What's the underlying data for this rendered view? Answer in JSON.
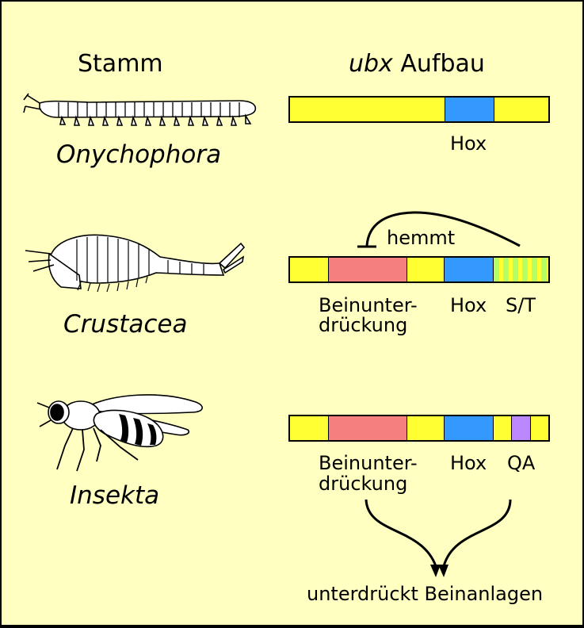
{
  "headers": {
    "phylum": "Stamm",
    "construct_italic": "ubx",
    "construct_rest": "Aufbau"
  },
  "rows": [
    {
      "taxon": "Onychophora",
      "icon": "velvet-worm-drawing",
      "segments": [
        {
          "type": "yellow",
          "color": "#ffff33"
        },
        {
          "type": "hox",
          "color": "#3399ff"
        },
        {
          "type": "yellow",
          "color": "#ffff33"
        }
      ],
      "labels": {
        "hox": "Hox"
      }
    },
    {
      "taxon": "Crustacea",
      "icon": "crustacean-drawing",
      "segments": [
        {
          "type": "yellow",
          "color": "#ffff33"
        },
        {
          "type": "leg-suppression",
          "color": "#f57f7f"
        },
        {
          "type": "yellow",
          "color": "#ffff33"
        },
        {
          "type": "hox",
          "color": "#3399ff"
        },
        {
          "type": "st-striped",
          "colors": [
            "#b4ff66",
            "#ffff33"
          ]
        }
      ],
      "labels": {
        "suppression_line1": "Beinunter-",
        "suppression_line2": "drückung",
        "hox": "Hox",
        "st": "S/T",
        "inhibits": "hemmt"
      }
    },
    {
      "taxon": "Insekta",
      "icon": "insect-fly-drawing",
      "segments": [
        {
          "type": "yellow",
          "color": "#ffff33"
        },
        {
          "type": "leg-suppression",
          "color": "#f57f7f"
        },
        {
          "type": "yellow",
          "color": "#ffff33"
        },
        {
          "type": "hox",
          "color": "#3399ff"
        },
        {
          "type": "yellow",
          "color": "#ffff33"
        },
        {
          "type": "qa",
          "color": "#bb88ff"
        },
        {
          "type": "yellow",
          "color": "#ffff33"
        }
      ],
      "labels": {
        "suppression_line1": "Beinunter-",
        "suppression_line2": "drückung",
        "hox": "Hox",
        "qa": "QA"
      }
    }
  ],
  "result": "unterdrückt Beinanlagen",
  "colors": {
    "background": "#ffffc1",
    "yellow": "#ffff33",
    "hox_blue": "#3399ff",
    "suppression_red": "#f57f7f",
    "qa_lilac": "#bb88ff",
    "st_green": "#b4ff66"
  }
}
